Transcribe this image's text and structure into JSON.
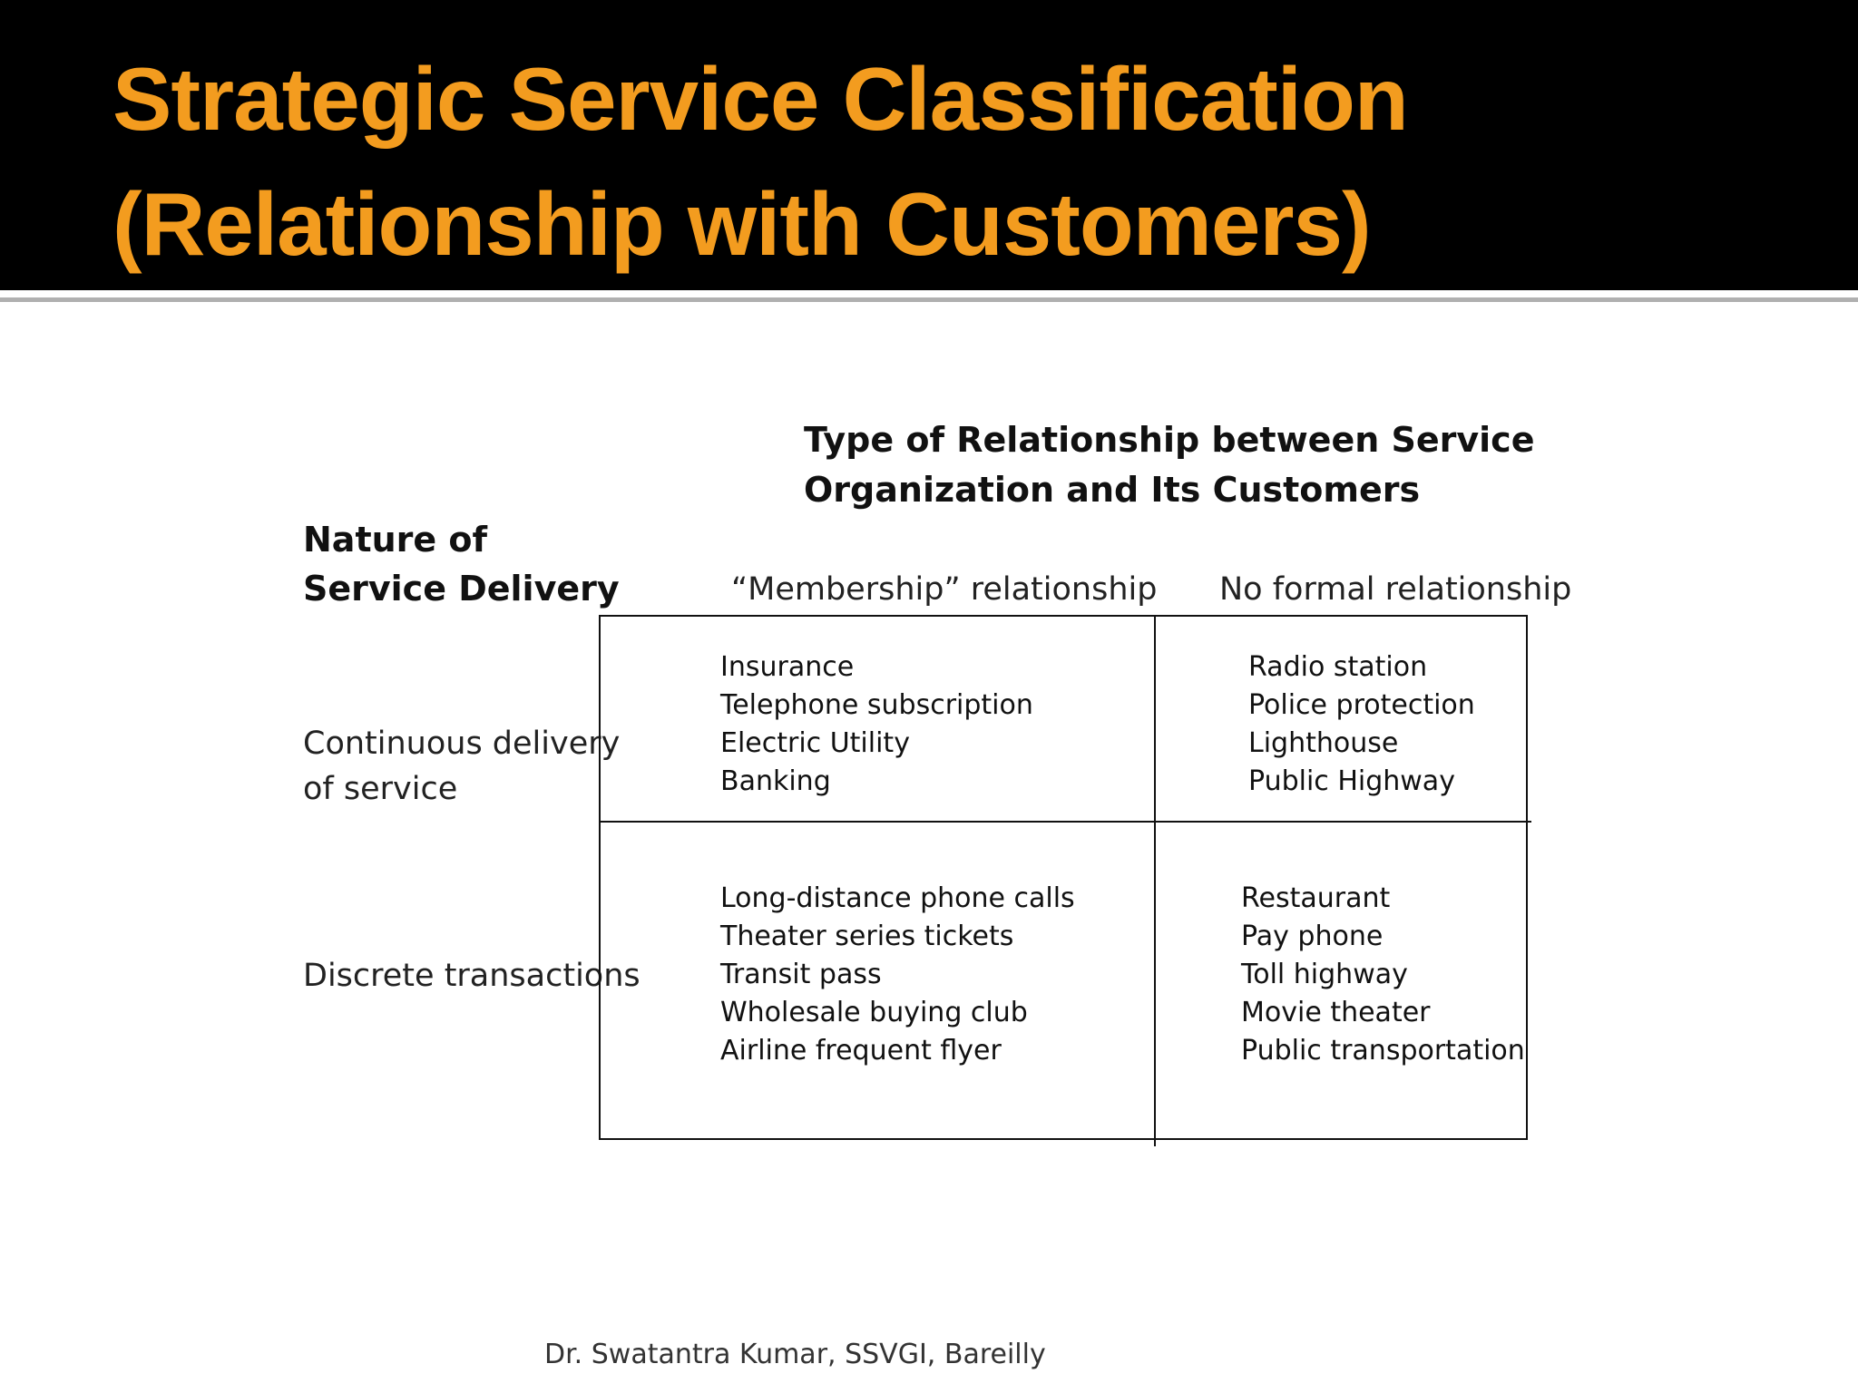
{
  "slide": {
    "title_line1": "Strategic Service Classification",
    "title_line2": "(Relationship with Customers)",
    "title_color": "#f39c1f"
  },
  "diagram": {
    "top_heading": [
      "Type of Relationship between Service",
      "Organization and Its Customers"
    ],
    "side_heading": [
      "Nature of",
      "Service Delivery"
    ],
    "columns": [
      "“Membership” relationship",
      "No formal relationship"
    ],
    "rows": [
      {
        "label": [
          "Continuous delivery",
          "of service"
        ]
      },
      {
        "label": [
          "Discrete transactions"
        ]
      }
    ],
    "cells": [
      [
        [
          "Insurance",
          "Telephone subscription",
          "Electric Utility",
          "Banking"
        ],
        [
          "Radio station",
          "Police protection",
          "Lighthouse",
          "Public  Highway"
        ]
      ],
      [
        [
          "Long-distance phone calls",
          "Theater series tickets",
          "Transit  pass",
          "Wholesale buying club",
          "Airline frequent flyer"
        ],
        [
          "Restaurant",
          "Pay phone",
          "Toll highway",
          "Movie theater",
          "Public transportation"
        ]
      ]
    ]
  },
  "footer": {
    "credit": "Dr. Swatantra Kumar, SSVGI, Bareilly"
  }
}
